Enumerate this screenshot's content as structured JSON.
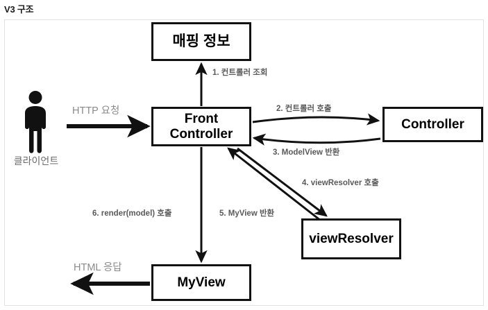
{
  "page": {
    "title": "V3 구조"
  },
  "diagram": {
    "type": "flow-diagram",
    "nodes": [
      {
        "id": "mapping-info",
        "label": "매핑 정보"
      },
      {
        "id": "front-controller",
        "label": "Front\nController",
        "line1": "Front",
        "line2": "Controller"
      },
      {
        "id": "controller",
        "label": "Controller"
      },
      {
        "id": "view-resolver",
        "label": "viewResolver"
      },
      {
        "id": "my-view",
        "label": "MyView"
      }
    ],
    "actor": {
      "icon": "person-icon",
      "label": "클라이언트"
    },
    "plain_edges": [
      {
        "id": "http-request",
        "label": "HTTP 요청",
        "from": "클라이언트",
        "to": "Front Controller"
      },
      {
        "id": "html-response",
        "label": "HTML 응답",
        "from": "MyView",
        "to": "클라이언트"
      }
    ],
    "numbered_edges": [
      {
        "step": "1",
        "label": "1. 컨트롤러 조회",
        "from": "Front Controller",
        "to": "매핑 정보"
      },
      {
        "step": "2",
        "label": "2. 컨트롤러 호출",
        "from": "Front Controller",
        "to": "Controller"
      },
      {
        "step": "3",
        "label": "3. ModelView 반환",
        "from": "Controller",
        "to": "Front Controller"
      },
      {
        "step": "4",
        "label": "4. viewResolver 호출",
        "from": "Front Controller",
        "to": "viewResolver"
      },
      {
        "step": "5",
        "label": "5. MyView 반환",
        "from": "viewResolver",
        "to": "Front Controller"
      },
      {
        "step": "6",
        "label": "6. render(model) 호출",
        "from": "Front Controller",
        "to": "MyView"
      }
    ],
    "colors": {
      "node_border": "#111111",
      "node_fill": "#ffffff",
      "arrow": "#111111",
      "edge_label_text": "#5a5a5a",
      "plain_label_text": "#8a8a8a",
      "frame_border": "#e2e2e2",
      "title_text": "#1a1a1a"
    }
  }
}
